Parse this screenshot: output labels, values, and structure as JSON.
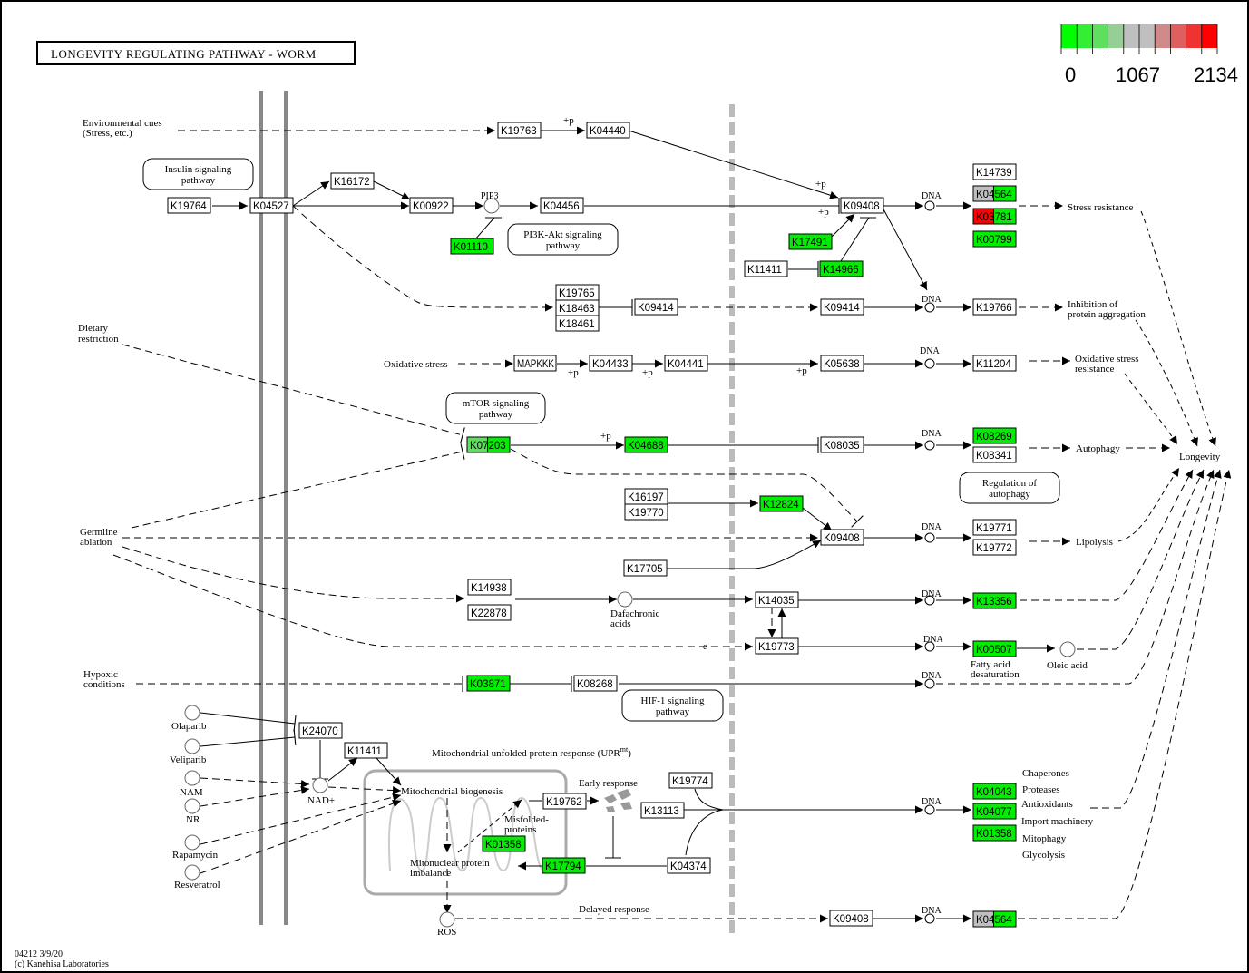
{
  "title": "LONGEVITY REGULATING PATHWAY - WORM",
  "footer": {
    "map_id_date": "04212 3/9/20",
    "copyright": "(c) Kanehisa Laboratories"
  },
  "legend": {
    "colors": [
      "#00ff00",
      "#33ee33",
      "#5fdf5f",
      "#96cf96",
      "#bfbfbf",
      "#bfbfbf",
      "#d08a8a",
      "#df5f5f",
      "#ef3333",
      "#ff0000"
    ],
    "labels": [
      "0",
      "1067",
      "2134"
    ]
  },
  "colors": {
    "white": "#ffffff",
    "green": "#00ee00",
    "light_green": "#5fdf5f",
    "gray": "#bfbfbf",
    "red": "#ff0000"
  },
  "nodes": [
    {
      "id": "K19763",
      "fill": "white"
    },
    {
      "id": "K04440",
      "fill": "white"
    },
    {
      "id": "K19764",
      "fill": "white"
    },
    {
      "id": "K04527",
      "fill": "white"
    },
    {
      "id": "K16172",
      "fill": "white"
    },
    {
      "id": "K00922",
      "fill": "white"
    },
    {
      "id": "K04456",
      "fill": "white"
    },
    {
      "id": "K01110",
      "fill": "green"
    },
    {
      "id": "K09408",
      "fill": "white"
    },
    {
      "id": "K17491",
      "fill": "green"
    },
    {
      "id": "K11411",
      "fill": "white"
    },
    {
      "id": "K14966",
      "fill": "green"
    },
    {
      "id": "K14739",
      "fill": "white"
    },
    {
      "id": "K04564",
      "fill": "gray",
      "split": "green"
    },
    {
      "id": "K03781",
      "fill": "red",
      "split": "green"
    },
    {
      "id": "K00799",
      "fill": "green"
    },
    {
      "id": "K19765",
      "fill": "white"
    },
    {
      "id": "K18463",
      "fill": "white"
    },
    {
      "id": "K18461",
      "fill": "white"
    },
    {
      "id": "K09414",
      "fill": "white"
    },
    {
      "id": "K09414",
      "fill": "white"
    },
    {
      "id": "K19766",
      "fill": "white"
    },
    {
      "id": "MAPKKK",
      "fill": "white"
    },
    {
      "id": "K04433",
      "fill": "white"
    },
    {
      "id": "K04441",
      "fill": "white"
    },
    {
      "id": "K05638",
      "fill": "white"
    },
    {
      "id": "K11204",
      "fill": "white"
    },
    {
      "id": "K07203",
      "fill": "light_green",
      "split": "green"
    },
    {
      "id": "K04688",
      "fill": "green"
    },
    {
      "id": "K08035",
      "fill": "white"
    },
    {
      "id": "K08269",
      "fill": "green"
    },
    {
      "id": "K08341",
      "fill": "white"
    },
    {
      "id": "K16197",
      "fill": "white"
    },
    {
      "id": "K19770",
      "fill": "white"
    },
    {
      "id": "K12824",
      "fill": "green"
    },
    {
      "id": "K09408",
      "fill": "white"
    },
    {
      "id": "K17705",
      "fill": "white"
    },
    {
      "id": "K19771",
      "fill": "white"
    },
    {
      "id": "K19772",
      "fill": "white"
    },
    {
      "id": "K14938",
      "fill": "white"
    },
    {
      "id": "K22878",
      "fill": "white"
    },
    {
      "id": "K14035",
      "fill": "white"
    },
    {
      "id": "K13356",
      "fill": "green"
    },
    {
      "id": "K19773",
      "fill": "white"
    },
    {
      "id": "K00507",
      "fill": "green"
    },
    {
      "id": "K03871",
      "fill": "green"
    },
    {
      "id": "K08268",
      "fill": "white"
    },
    {
      "id": "K24070",
      "fill": "white"
    },
    {
      "id": "K11411",
      "fill": "white"
    },
    {
      "id": "K19774",
      "fill": "white"
    },
    {
      "id": "K13113",
      "fill": "white"
    },
    {
      "id": "K19762",
      "fill": "white"
    },
    {
      "id": "K01358",
      "fill": "green"
    },
    {
      "id": "K17794",
      "fill": "green"
    },
    {
      "id": "K04374",
      "fill": "white"
    },
    {
      "id": "K04043",
      "fill": "green"
    },
    {
      "id": "K04077",
      "fill": "green"
    },
    {
      "id": "K01358",
      "fill": "green"
    },
    {
      "id": "K09408",
      "fill": "white"
    },
    {
      "id": "K04564",
      "fill": "gray",
      "split": "green"
    }
  ],
  "pathway_maps": [
    {
      "line1": "Insulin signaling",
      "line2": "pathway"
    },
    {
      "line1": "PI3K-Akt signaling",
      "line2": "pathway"
    },
    {
      "line1": "mTOR signaling",
      "line2": "pathway"
    },
    {
      "line1": "Regulation of",
      "line2": "autophagy"
    },
    {
      "line1": "HIF-1 signaling",
      "line2": "pathway"
    }
  ],
  "labels": {
    "env_cues_1": "Environmental cues",
    "env_cues_2": "(Stress, etc.)",
    "dietary_1": "Dietary",
    "dietary_2": "restriction",
    "oxidative_stress": "Oxidative stress",
    "germline_1": "Germline",
    "germline_2": "ablation",
    "hypoxic_1": "Hypoxic",
    "hypoxic_2": "conditions",
    "pip3": "PIP3",
    "plus_p": "+p",
    "dna": "DNA",
    "stress_resistance": "Stress resistance",
    "inhibition_1": "Inhibition of",
    "inhibition_2": "protein aggregation",
    "oxres_1": "Oxidative stress",
    "oxres_2": "resistance",
    "autophagy": "Autophagy",
    "lipolysis": "Lipolysis",
    "longevity": "Longevity",
    "dafachronic_1": "Dafachronic",
    "dafachronic_2": "acids",
    "fatty_1": "Fatty acid",
    "fatty_2": "desaturation",
    "oleic": "Oleic acid",
    "e": "e",
    "olaparib": "Olaparib",
    "veliparib": "Veliparib",
    "nam": "NAM",
    "nr": "NR",
    "rapamycin": "Rapamycin",
    "resveratrol": "Resveratrol",
    "nad": "NAD+",
    "uprmt": "Mitochondrial unfolded protein response (UPR",
    "uprmt_sup": "mt",
    "mito_bio": "Mitochondrial biogenesis",
    "misfolded_1": "Misfolded-",
    "misfolded_2": "proteins",
    "mitonuc_1": "Mitonuclear protein",
    "mitonuc_2": "imbalance",
    "early": "Early response",
    "delayed": "Delayed response",
    "ros": "ROS",
    "chaperones": "Chaperones",
    "proteases": "Proteases",
    "antioxidants": "Antioxidants",
    "import": "Import machinery",
    "mitophagy": "Mitophagy",
    "glycolysis": "Glycolysis"
  }
}
